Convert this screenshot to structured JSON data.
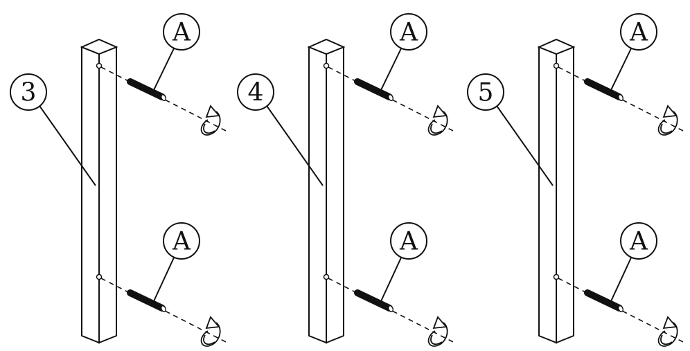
{
  "panels": [
    {
      "part_label": "3",
      "peg_labels": [
        "A",
        "A"
      ]
    },
    {
      "part_label": "4",
      "peg_labels": [
        "A",
        "A"
      ]
    },
    {
      "part_label": "5",
      "peg_labels": [
        "A",
        "A"
      ]
    }
  ]
}
